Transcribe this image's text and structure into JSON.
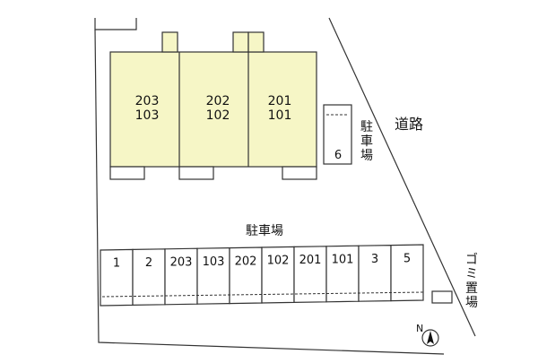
{
  "colors": {
    "building": "#f6f6c6",
    "outline": "#333333",
    "background": "#ffffff"
  },
  "building": {
    "units": [
      {
        "upper": "203",
        "lower": "103"
      },
      {
        "upper": "202",
        "lower": "102"
      },
      {
        "upper": "201",
        "lower": "101"
      }
    ]
  },
  "side_parking": {
    "number": "6",
    "label_chars": [
      "駐",
      "車",
      "場"
    ]
  },
  "main_parking": {
    "label": "駐車場",
    "slots": [
      "1",
      "2",
      "203",
      "103",
      "202",
      "102",
      "201",
      "101",
      "3",
      "5"
    ]
  },
  "road": {
    "label": "道路"
  },
  "garbage": {
    "label_chars": [
      "ゴ",
      "ミ",
      "置",
      "場"
    ]
  },
  "compass": {
    "label": "N",
    "icon": "north-arrow-icon"
  }
}
